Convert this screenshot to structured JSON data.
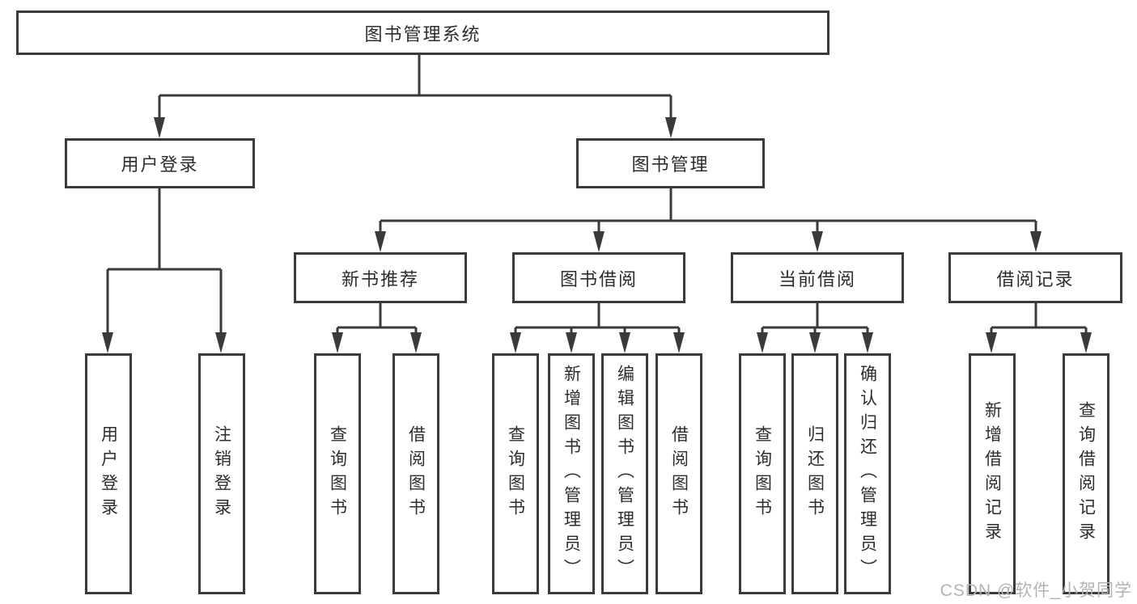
{
  "tree": {
    "label": "图书管理系统",
    "children": [
      {
        "label": "用户登录",
        "children": [
          {
            "label": "用户登录"
          },
          {
            "label": "注销登录"
          }
        ]
      },
      {
        "label": "图书管理",
        "children": [
          {
            "label": "新书推荐",
            "children": [
              {
                "label": "查询图书"
              },
              {
                "label": "借阅图书"
              }
            ]
          },
          {
            "label": "图书借阅",
            "children": [
              {
                "label": "查询图书"
              },
              {
                "label": "新增图书（管理员）"
              },
              {
                "label": "编辑图书（管理员）"
              },
              {
                "label": "借阅图书"
              }
            ]
          },
          {
            "label": "当前借阅",
            "children": [
              {
                "label": "查询图书"
              },
              {
                "label": "归还图书"
              },
              {
                "label": "确认归还（管理员）"
              }
            ]
          },
          {
            "label": "借阅记录",
            "children": [
              {
                "label": "新增借阅记录"
              },
              {
                "label": "查询借阅记录"
              }
            ]
          }
        ]
      }
    ]
  },
  "watermark": "CSDN @软件_小贺同学",
  "colors": {
    "line": "#3a3a3a",
    "box_border": "#3a3a3a",
    "text": "#2d2d2d",
    "watermark_text": "#b3b3b3",
    "background": "#ffffff"
  }
}
